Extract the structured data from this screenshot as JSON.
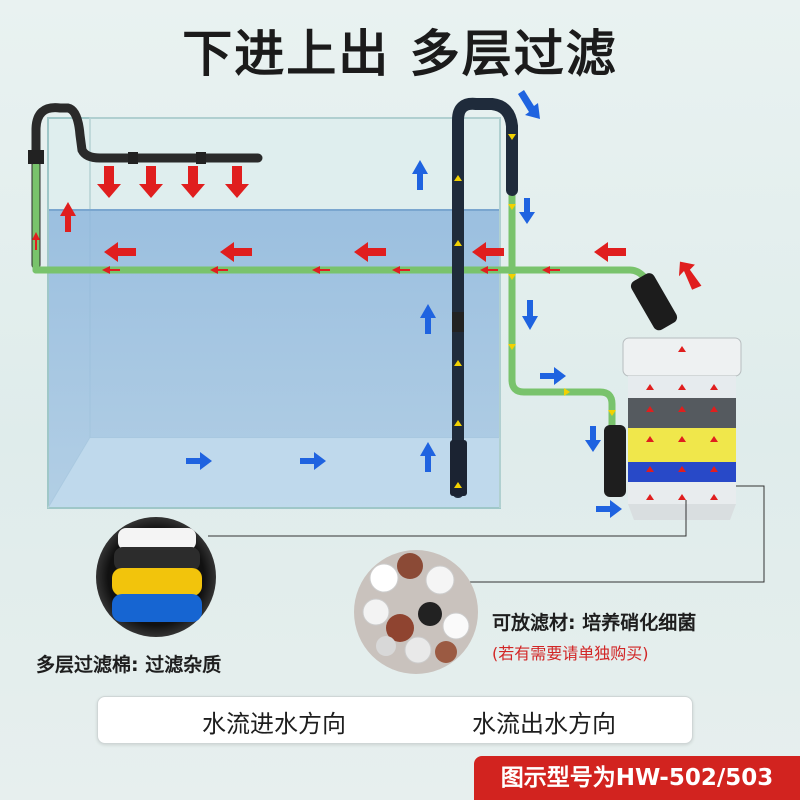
{
  "title": "下进上出 多层过滤",
  "foam_caption": "多层过滤棉: 过滤杂质",
  "media_caption": "可放滤材: 培养硝化细菌",
  "media_note": "(若有需要请单独购买)",
  "legend": {
    "inflow_label": "水流进水方向",
    "outflow_label": "水流出水方向"
  },
  "model_badge": "图示型号为HW-502/503",
  "colors": {
    "inflow_arrow": "#1f63e0",
    "outflow_arrow": "#e01e1e",
    "pipe": "#79c36c",
    "badge": "#d2231f"
  }
}
